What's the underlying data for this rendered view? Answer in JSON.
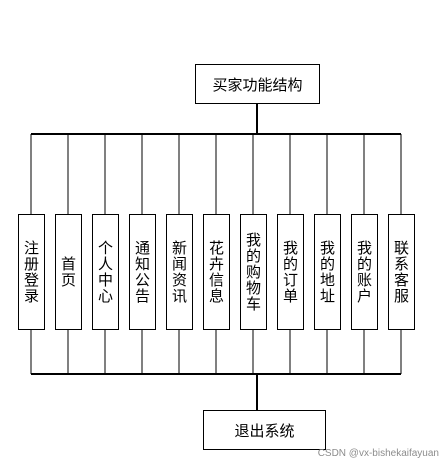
{
  "root": {
    "label": "买家功能结构"
  },
  "modules": [
    {
      "label": "注册登录"
    },
    {
      "label": "首页"
    },
    {
      "label": "个人中心"
    },
    {
      "label": "通知公告"
    },
    {
      "label": "新闻资讯"
    },
    {
      "label": "花卉信息"
    },
    {
      "label": "我的购物车"
    },
    {
      "label": "我的订单"
    },
    {
      "label": "我的地址"
    },
    {
      "label": "我的账户"
    },
    {
      "label": "联系客服"
    }
  ],
  "exit": {
    "label": "退出系统"
  },
  "watermark": "CSDN @vx-bishekaifayuan",
  "colors": {
    "line": "#000000",
    "box_border": "#000000",
    "background": "#ffffff",
    "watermark": "#8c8c8c"
  }
}
